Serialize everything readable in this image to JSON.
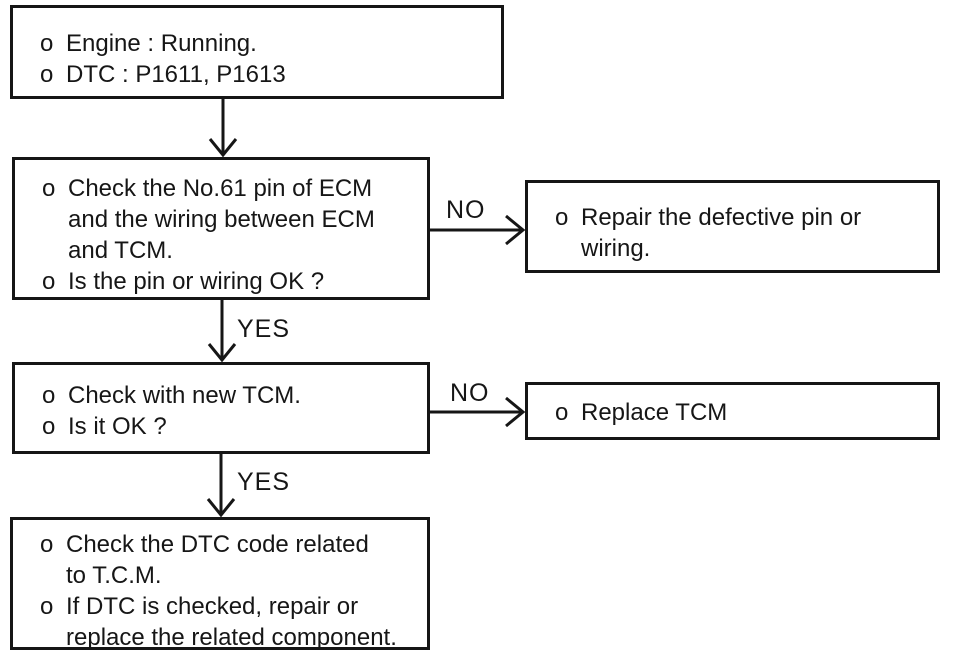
{
  "bullet": "o",
  "colors": {
    "ink": "#161616",
    "background": "#ffffff"
  },
  "boxes": {
    "start": {
      "item1_line1": "Engine : Running.",
      "item2_line1": "DTC : P1611, P1613"
    },
    "check_pin": {
      "item1_line1": "Check the No.61 pin of ECM",
      "item1_line2": "and the wiring between ECM",
      "item1_line3": "and TCM.",
      "item2_line1": "Is the pin or wiring OK ?"
    },
    "repair_pin": {
      "item1_line1": "Repair the defective pin or",
      "item1_line2": "wiring."
    },
    "check_tcm": {
      "item1_line1": "Check with new TCM.",
      "item2_line1": "Is it OK ?"
    },
    "replace_tcm": {
      "item1_line1": "Replace TCM"
    },
    "check_dtc": {
      "item1_line1": "Check the DTC code related",
      "item1_line2": "to T.C.M.",
      "item2_line1": "If DTC is checked, repair or",
      "item2_line2": "replace the related component."
    }
  },
  "connectors": {
    "no_label": "NO",
    "yes_label": "YES"
  }
}
